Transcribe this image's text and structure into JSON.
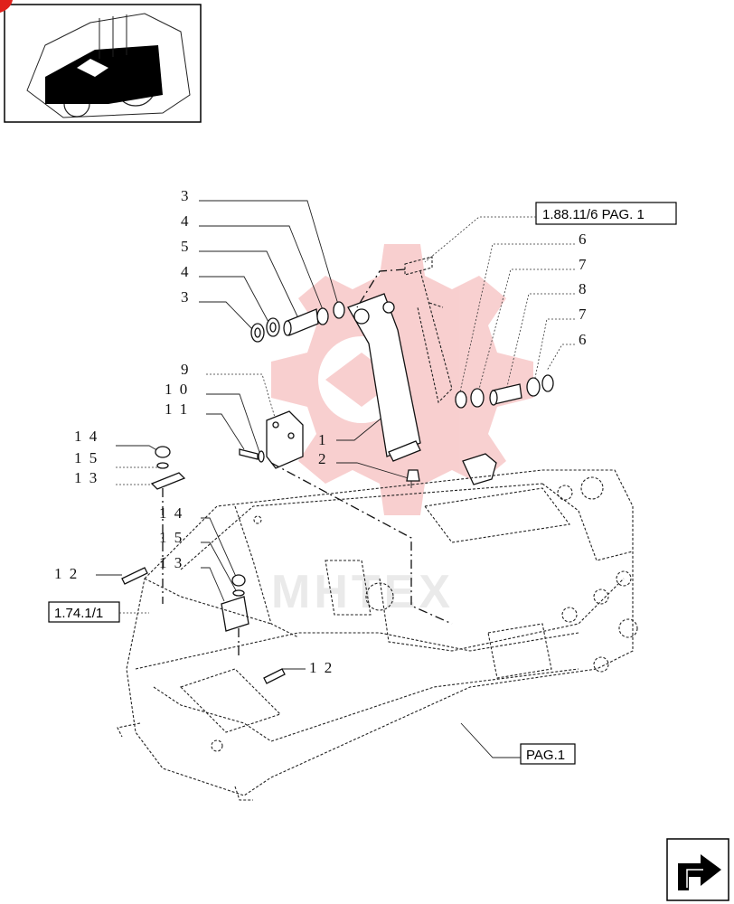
{
  "watermark": "MHTEX",
  "references": {
    "top_right": "1.88.11/6 PAG. 1",
    "left": "1.74.1/1",
    "bottom": "PAG.1"
  },
  "callouts": [
    {
      "id": "c3a",
      "text": "3"
    },
    {
      "id": "c4a",
      "text": "4"
    },
    {
      "id": "c5",
      "text": "5"
    },
    {
      "id": "c4b",
      "text": "4"
    },
    {
      "id": "c3b",
      "text": "3"
    },
    {
      "id": "c9",
      "text": "9"
    },
    {
      "id": "c10",
      "text": "1 0"
    },
    {
      "id": "c11",
      "text": "1 1"
    },
    {
      "id": "c1",
      "text": "1"
    },
    {
      "id": "c2",
      "text": "2"
    },
    {
      "id": "c6a",
      "text": "6"
    },
    {
      "id": "c7a",
      "text": "7"
    },
    {
      "id": "c8",
      "text": "8"
    },
    {
      "id": "c7b",
      "text": "7"
    },
    {
      "id": "c6b",
      "text": "6"
    },
    {
      "id": "c14a",
      "text": "1 4"
    },
    {
      "id": "c15a",
      "text": "1 5"
    },
    {
      "id": "c13a",
      "text": "1 3"
    },
    {
      "id": "c14b",
      "text": "1 4"
    },
    {
      "id": "c15b",
      "text": "1 5"
    },
    {
      "id": "c13b",
      "text": "1 3"
    },
    {
      "id": "c12a",
      "text": "1 2"
    },
    {
      "id": "c12b",
      "text": "1 2"
    }
  ],
  "colors": {
    "watermark": "#f4b8b8",
    "ink": "#111111"
  },
  "icons": {
    "thumbnail": "tractor-thumbnail-icon",
    "nav": "next-page-arrow-icon"
  }
}
